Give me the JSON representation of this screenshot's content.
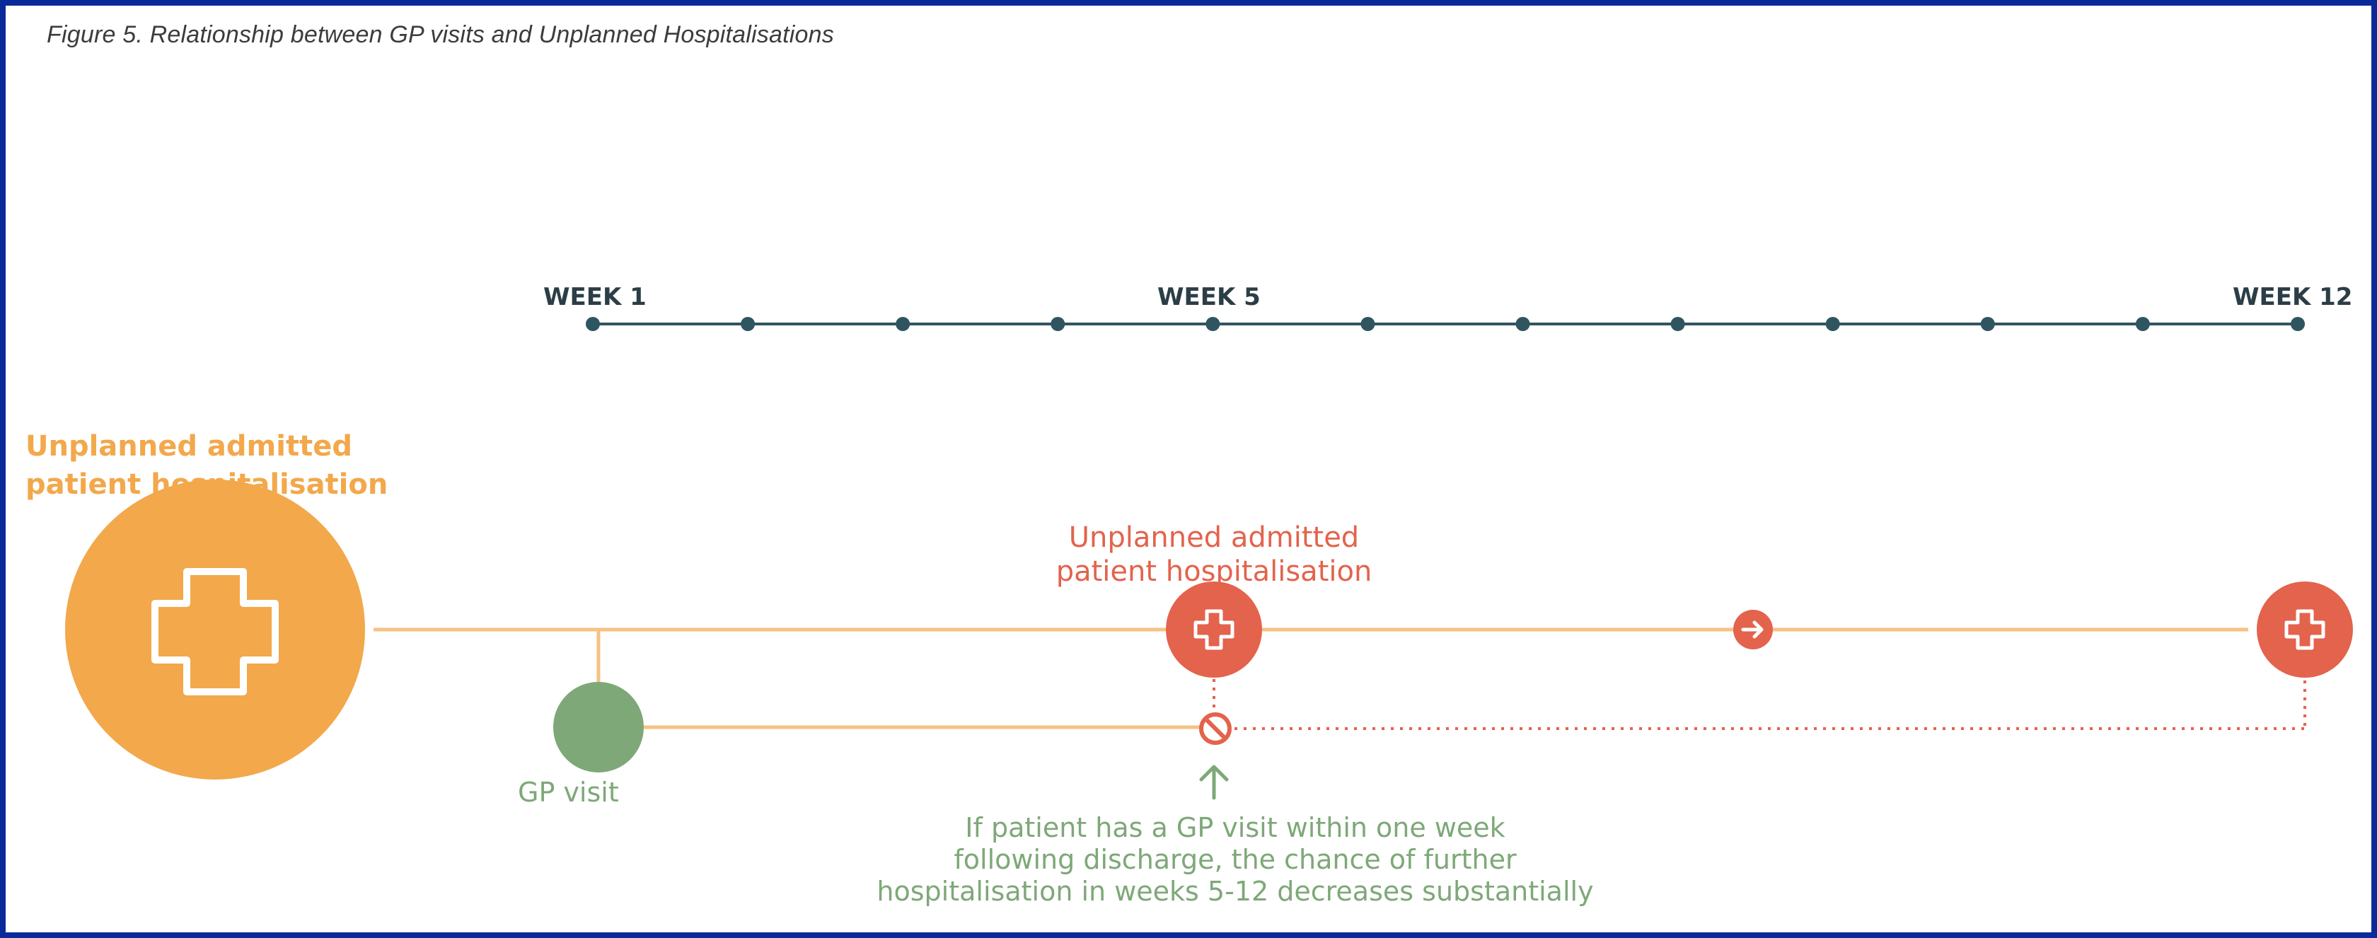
{
  "figure": {
    "caption": "Figure 5. Relationship between GP visits and Unplanned Hospitalisations"
  },
  "timeline": {
    "labels": [
      "WEEK 1",
      "WEEK 5",
      "WEEK 12"
    ]
  },
  "nodes": {
    "initial_hospitalisation": {
      "label": "Unplanned admitted\npatient hospitalisation",
      "icon": "cross-icon",
      "color": "#f2a84b"
    },
    "week5_hospitalisation": {
      "label": "Unplanned admitted\npatient hospitalisation",
      "icon": "cross-icon",
      "color": "#e3634c"
    },
    "week12_hospitalisation": {
      "icon": "cross-icon",
      "color": "#e3634c"
    },
    "gp_visit": {
      "label": "GP visit",
      "color": "#7ea878"
    }
  },
  "annotation": {
    "text": "If patient has a GP visit within one week\nfollowing discharge, the chance of further\nhospitalisation in weeks 5-12 decreases substantially",
    "icon": "up-arrow-icon"
  },
  "colors": {
    "frame": "#0a2a9c",
    "timeline": "#2f5560",
    "pathway": "#f6c283",
    "red": "#e3634c",
    "green": "#7ea878"
  }
}
